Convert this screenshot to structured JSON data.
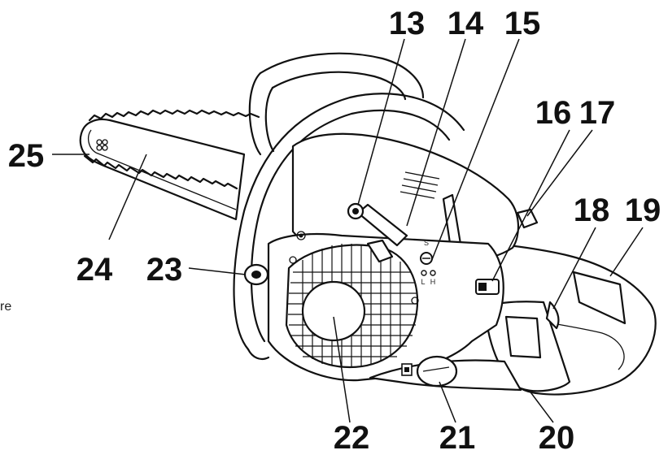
{
  "figure": {
    "edge_text": "re",
    "controls": {
      "switch_s": "S",
      "carb_l": "L",
      "carb_h": "H"
    },
    "callouts": [
      {
        "id": "13",
        "label": "13"
      },
      {
        "id": "14",
        "label": "14"
      },
      {
        "id": "15",
        "label": "15"
      },
      {
        "id": "16",
        "label": "16"
      },
      {
        "id": "17",
        "label": "17"
      },
      {
        "id": "18",
        "label": "18"
      },
      {
        "id": "19",
        "label": "19"
      },
      {
        "id": "20",
        "label": "20"
      },
      {
        "id": "21",
        "label": "21"
      },
      {
        "id": "22",
        "label": "22"
      },
      {
        "id": "23",
        "label": "23"
      },
      {
        "id": "24",
        "label": "24"
      },
      {
        "id": "25",
        "label": "25"
      }
    ]
  }
}
